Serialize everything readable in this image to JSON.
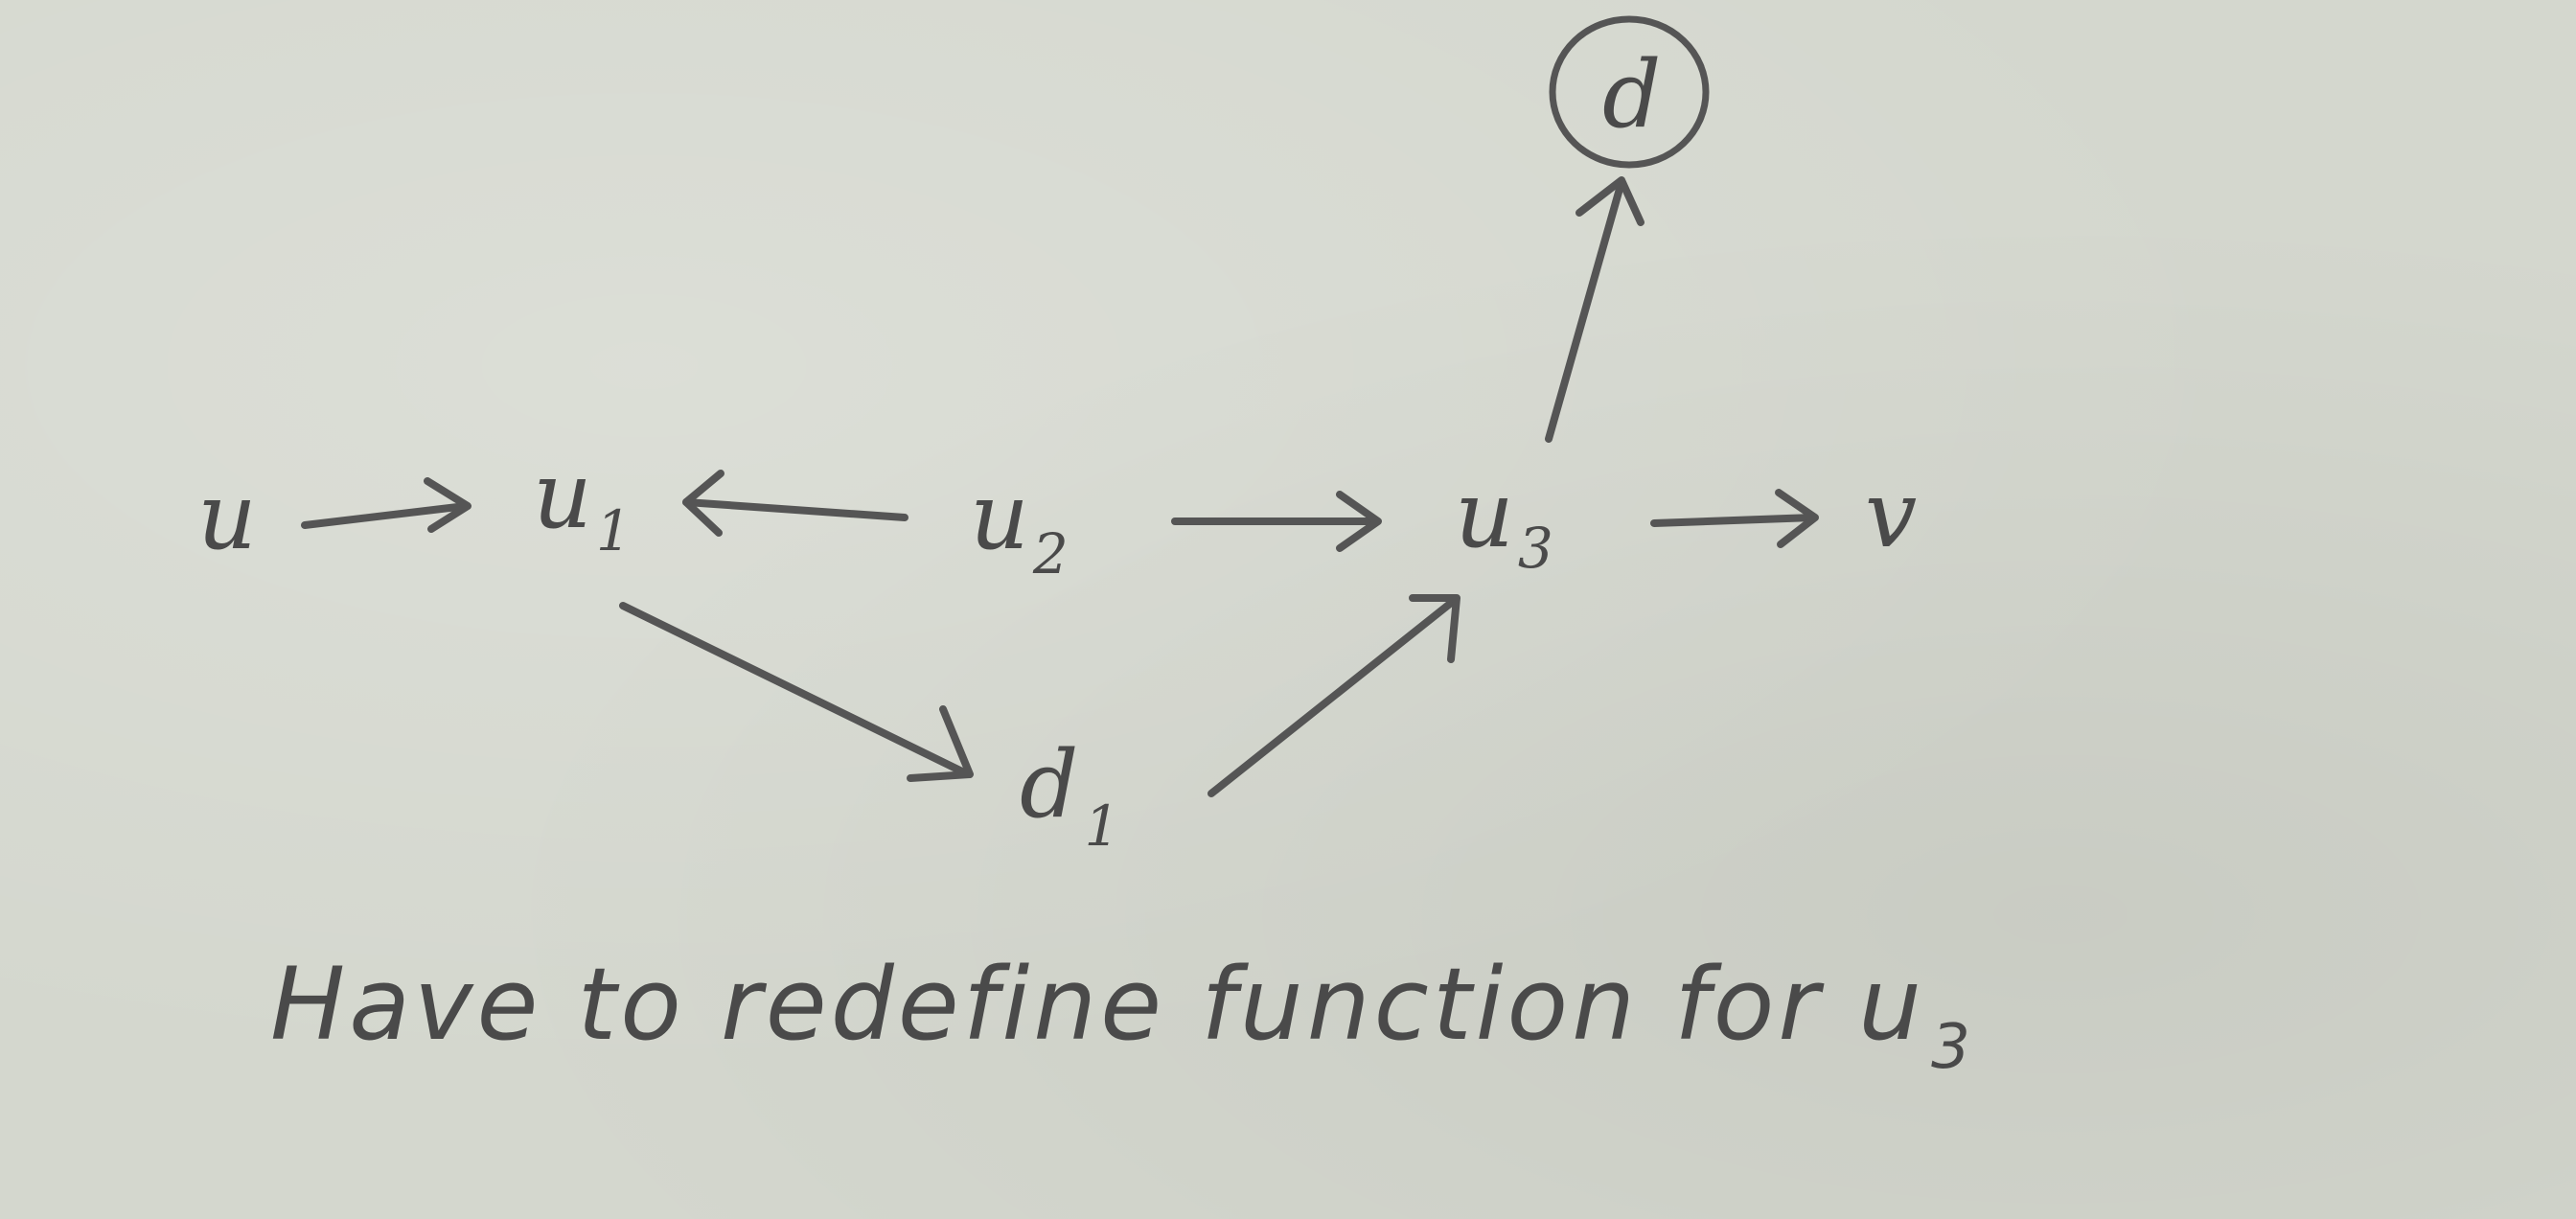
{
  "nodes": {
    "u": {
      "label": "u",
      "sub": ""
    },
    "u1": {
      "label": "u",
      "sub": "1"
    },
    "u2": {
      "label": "u",
      "sub": "2"
    },
    "u3": {
      "label": "u",
      "sub": "3"
    },
    "v": {
      "label": "v",
      "sub": ""
    },
    "d1": {
      "label": "d",
      "sub": "1"
    },
    "d": {
      "label": "d",
      "sub": ""
    }
  },
  "edges": [
    {
      "from": "u",
      "to": "u1"
    },
    {
      "from": "u2",
      "to": "u1"
    },
    {
      "from": "u2",
      "to": "u3"
    },
    {
      "from": "u3",
      "to": "v"
    },
    {
      "from": "u1",
      "to": "d1"
    },
    {
      "from": "d1",
      "to": "u3"
    },
    {
      "from": "u3",
      "to": "d"
    }
  ],
  "note": {
    "text": "Have to redefine function for u",
    "sub": "3"
  },
  "colors": {
    "paper": "#d4d7ce",
    "ink": "#4a4a4a"
  }
}
